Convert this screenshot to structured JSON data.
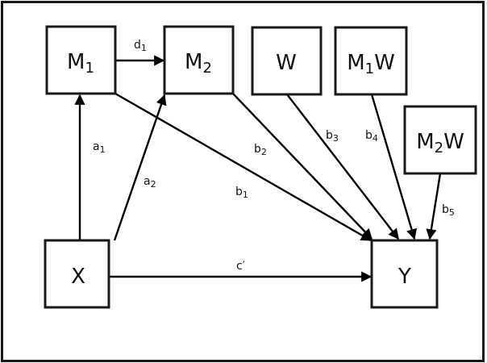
{
  "diagram": {
    "type": "path-diagram",
    "nodes": [
      {
        "id": "M1",
        "label": "M",
        "subscript": "1",
        "suffix": ""
      },
      {
        "id": "M2",
        "label": "M",
        "subscript": "2",
        "suffix": ""
      },
      {
        "id": "W",
        "label": "W",
        "subscript": "",
        "suffix": ""
      },
      {
        "id": "M1W",
        "label": "M",
        "subscript": "1",
        "suffix": "W"
      },
      {
        "id": "M2W",
        "label": "M",
        "subscript": "2",
        "suffix": "W"
      },
      {
        "id": "X",
        "label": "X",
        "subscript": "",
        "suffix": ""
      },
      {
        "id": "Y",
        "label": "Y",
        "subscript": "",
        "suffix": ""
      }
    ],
    "edges": [
      {
        "id": "d1",
        "from": "M1",
        "to": "M2",
        "label": "d",
        "subscript": "1"
      },
      {
        "id": "a1",
        "from": "X",
        "to": "M1",
        "label": "a",
        "subscript": "1"
      },
      {
        "id": "a2",
        "from": "X",
        "to": "M2",
        "label": "a",
        "subscript": "2"
      },
      {
        "id": "b1",
        "from": "M1",
        "to": "Y",
        "label": "b",
        "subscript": "1"
      },
      {
        "id": "b2",
        "from": "M2",
        "to": "Y",
        "label": "b",
        "subscript": "2"
      },
      {
        "id": "b3",
        "from": "W",
        "to": "Y",
        "label": "b",
        "subscript": "3"
      },
      {
        "id": "b4",
        "from": "M1W",
        "to": "Y",
        "label": "b",
        "subscript": "4"
      },
      {
        "id": "b5",
        "from": "M2W",
        "to": "Y",
        "label": "b",
        "subscript": "5"
      },
      {
        "id": "c_prime",
        "from": "X",
        "to": "Y",
        "label": "c′",
        "subscript": ""
      }
    ]
  }
}
